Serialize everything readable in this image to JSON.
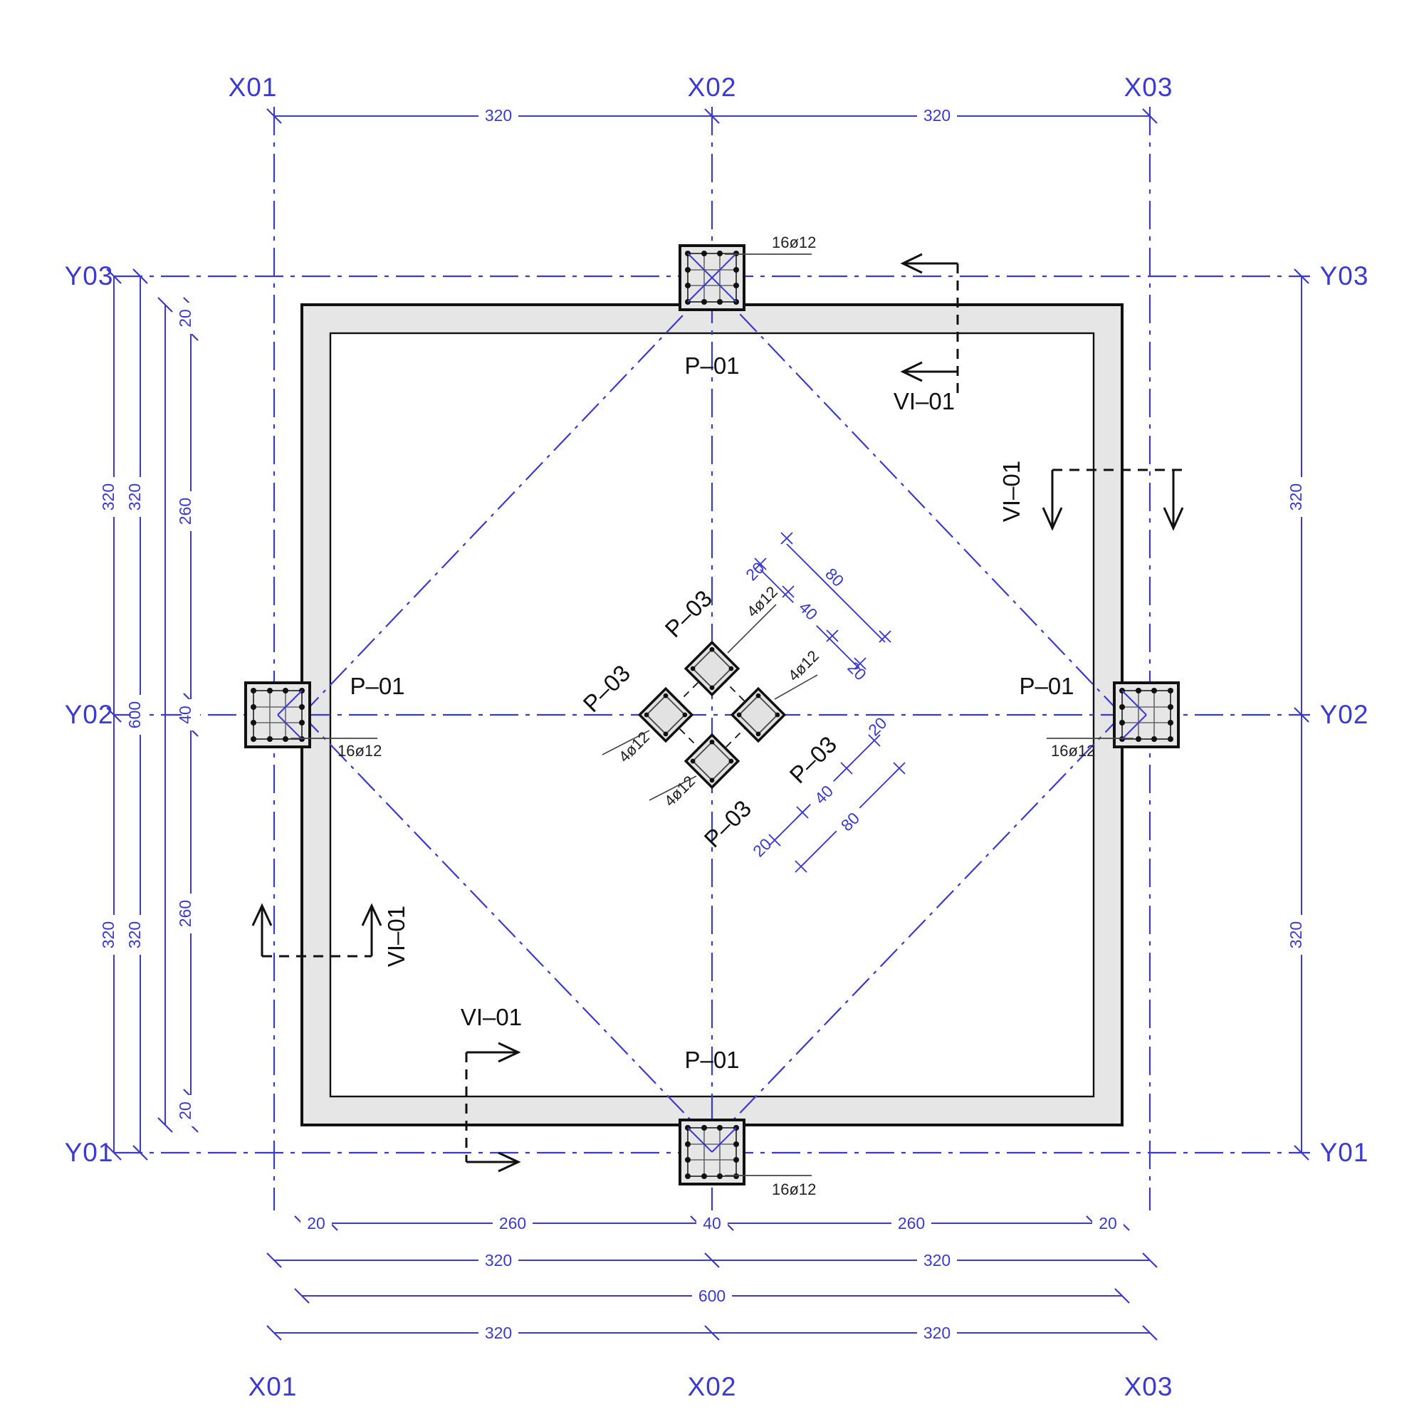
{
  "drawing": {
    "type": "structural-foundation-plan",
    "units": "cm",
    "accent_color": "#3a3ad0",
    "ink_color": "#111111",
    "slab_fill": "#e6e6e6"
  },
  "grids": {
    "vertical": [
      {
        "id": "X01",
        "top_label": "X01",
        "bottom_label": "X01"
      },
      {
        "id": "X02",
        "top_label": "X02",
        "bottom_label": "X02"
      },
      {
        "id": "X03",
        "top_label": "X03",
        "bottom_label": "X03"
      }
    ],
    "horizontal": [
      {
        "id": "Y03",
        "left_label": "Y03",
        "right_label": "Y03"
      },
      {
        "id": "Y02",
        "left_label": "Y02",
        "right_label": "Y02"
      },
      {
        "id": "Y01",
        "left_label": "Y01",
        "right_label": "Y01"
      }
    ]
  },
  "dimensions": {
    "top_row": [
      "320",
      "320"
    ],
    "bottom_row_1": [
      "20",
      "260",
      "40",
      "260",
      "20"
    ],
    "bottom_row_2": [
      "320",
      "320"
    ],
    "bottom_row_3": [
      "600"
    ],
    "bottom_row_4": [
      "320",
      "320"
    ],
    "left_col_1": [
      "320",
      "320"
    ],
    "left_col_2": [
      "320",
      "600",
      "320"
    ],
    "left_col_3": [
      "20",
      "260",
      "40",
      "260",
      "20"
    ],
    "right_col": [
      "320",
      "320"
    ],
    "center_ne_inner": [
      "20",
      "40",
      "20"
    ],
    "center_ne_outer": [
      "80"
    ],
    "center_sw_inner": [
      "20",
      "40",
      "20"
    ],
    "center_sw_outer": [
      "80"
    ]
  },
  "labels": {
    "pile_cap_type_1": "P–01",
    "pile_cap_type_3": "P–03",
    "beam_section": "VI–01",
    "rebar_16": "16ø12",
    "rebar_4": "4ø12"
  },
  "callouts": {
    "p01_top": "P–01",
    "p01_left": "P–01",
    "p01_right": "P–01",
    "p01_bottom": "P–01",
    "p03_n": "P–03",
    "p03_w": "P–03",
    "p03_e": "P–03",
    "p03_s": "P–03",
    "rebar_top": "16ø12",
    "rebar_left": "16ø12",
    "rebar_right": "16ø12",
    "rebar_bottom": "16ø12",
    "rebar_p03_n": "4ø12",
    "rebar_p03_w": "4ø12",
    "rebar_p03_e": "4ø12",
    "rebar_p03_s": "4ø12",
    "section_top_right": "VI–01",
    "section_right": "VI–01",
    "section_left": "VI–01",
    "section_bottom": "VI–01"
  }
}
